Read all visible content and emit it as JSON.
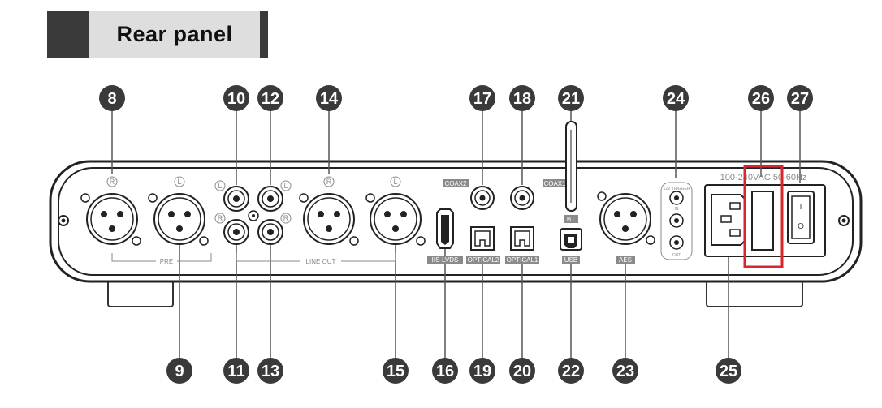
{
  "header": {
    "title": "Rear panel"
  },
  "badges": {
    "n8": "8",
    "n9": "9",
    "n10": "10",
    "n11": "11",
    "n12": "12",
    "n13": "13",
    "n14": "14",
    "n15": "15",
    "n16": "16",
    "n17": "17",
    "n18": "18",
    "n19": "19",
    "n20": "20",
    "n21": "21",
    "n22": "22",
    "n23": "23",
    "n24": "24",
    "n25": "25",
    "n26": "26",
    "n27": "27"
  },
  "panel": {
    "pre_label": "PRE",
    "line_out_label": "LINE OUT",
    "coax2": "COAX2",
    "coax1": "COAX1",
    "bt": "BT",
    "iis_lvds": "IIS-LVDS",
    "optical2": "OPTICAL2",
    "optical1": "OPTICAL1",
    "usb": "USB",
    "aes": "AES",
    "trigger": "12V TRIGGER",
    "trig_in": "IN",
    "trig_out": "OUT",
    "power_spec": "100-240VAC 50-60Hz",
    "right": "R",
    "left": "L",
    "switch_on": "I",
    "switch_off": "O"
  },
  "colors": {
    "badge": "#3a3a3a",
    "highlight": "#d8262c",
    "panel": "#2b2b2b",
    "header_bar": "#dedede"
  }
}
